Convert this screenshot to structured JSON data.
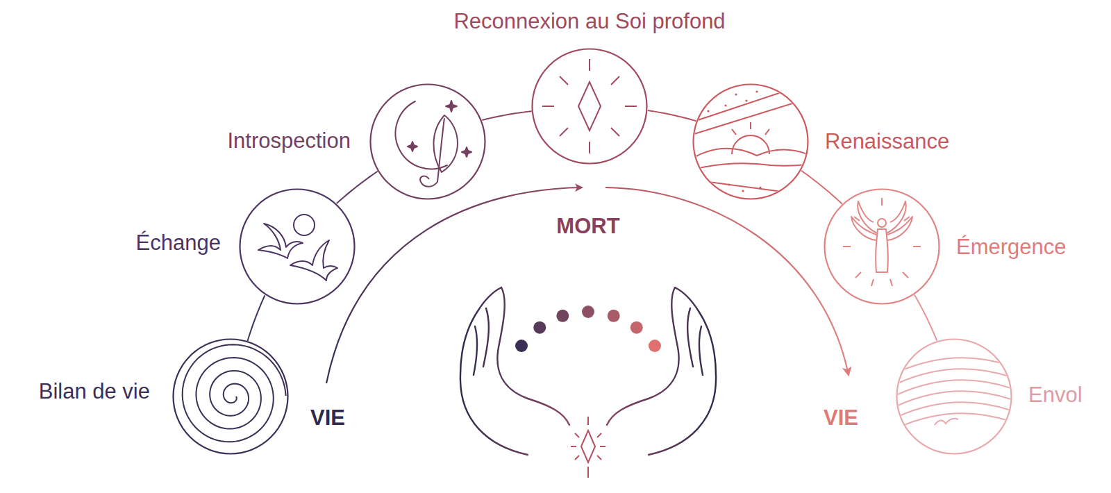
{
  "diagram": {
    "nodes": [
      {
        "text": [
          "Bilan de vie"
        ]
      },
      {
        "text": [
          "Échange"
        ]
      },
      {
        "text": [
          "Introspection"
        ]
      },
      {
        "text": [
          "Reconnexion au Soi profond"
        ]
      },
      {
        "text": [
          "Renaissance"
        ]
      },
      {
        "text": [
          "Émergence"
        ]
      },
      {
        "text": [
          "Envol"
        ]
      }
    ],
    "edges": [
      {
        "from": 0,
        "to": 1,
        "arrow": "none"
      },
      {
        "from": 1,
        "to": 2,
        "arrow": "none"
      },
      {
        "from": 2,
        "to": 3,
        "arrow": "none"
      },
      {
        "from": 3,
        "to": 4,
        "arrow": "none"
      },
      {
        "from": 4,
        "to": 5,
        "arrow": "none"
      },
      {
        "from": 5,
        "to": 6,
        "arrow": "none"
      }
    ],
    "labels": [
      "VIE",
      "MORT",
      "VIE"
    ]
  }
}
